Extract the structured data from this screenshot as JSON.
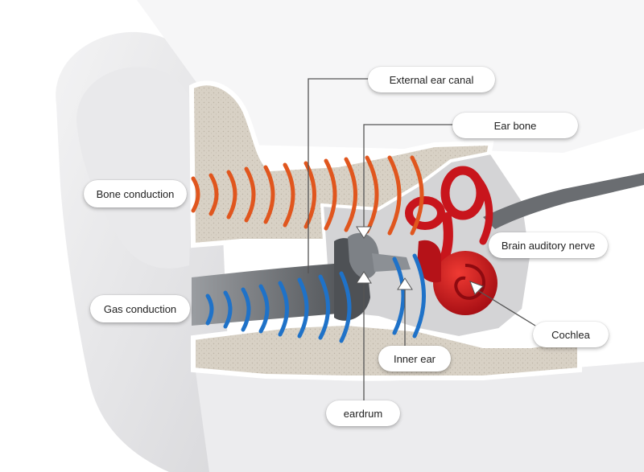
{
  "labels": {
    "bone_conduction": "Bone conduction",
    "gas_conduction": "Gas conduction",
    "external_ear_canal": "External ear canal",
    "ear_bone": "Ear bone",
    "brain_auditory_nerve": "Brain auditory nerve",
    "cochlea": "Cochlea",
    "inner_ear": "Inner ear",
    "eardrum": "eardrum"
  },
  "colors": {
    "bone_wave": "#e0561e",
    "air_wave": "#1f72c8",
    "organ_red": "#c8151c",
    "skin": "#e4e4e6",
    "bone_tissue": "#d6cfc3",
    "canal_gray": "#6f7276"
  }
}
